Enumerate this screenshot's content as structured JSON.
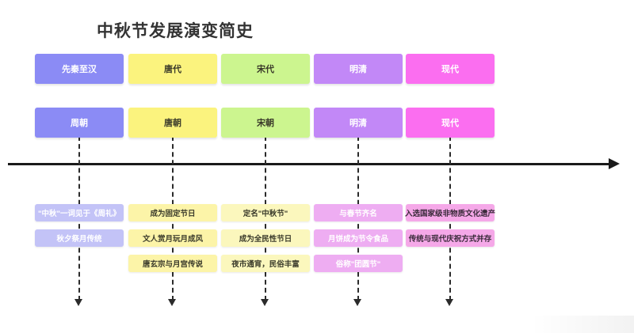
{
  "title": "中秋节发展演变简史",
  "axis": {
    "name": "timeline-axis",
    "direction": "left-to-right"
  },
  "colors": {
    "title_text": "#333333",
    "axis": "#1a1a1a",
    "col1_header": "#8b8bf5",
    "col1_item": "#c3c3f7",
    "col1_item_text": "#ffffff",
    "col2_header": "#fbf37e",
    "col2_item": "#fcf4a8",
    "col2_item_text": "#3a3a2a",
    "col3_header": "#ccf58f",
    "col3_item": "#fbf7bd",
    "col3_item_text": "#3a3a2a",
    "col4_header": "#c288f7",
    "col4_item": "#eeadf2",
    "col4_item_text": "#ffffff",
    "col5_header": "#fb6ef0",
    "col5_item": "#f5a8e8",
    "col5_item_text": "#3a2a3a"
  },
  "columns": [
    {
      "id": "col-xianqin-han",
      "era": "先秦至汉",
      "dynasty": "周朝",
      "items": [
        "\"中秋\"一词见于《周礼》",
        "秋夕祭月传统"
      ]
    },
    {
      "id": "col-tang",
      "era": "唐代",
      "dynasty": "唐朝",
      "items": [
        "成为固定节日",
        "文人赏月玩月成风",
        "唐玄宗与月宫传说"
      ]
    },
    {
      "id": "col-song",
      "era": "宋代",
      "dynasty": "宋朝",
      "items": [
        "定名\"中秋节\"",
        "成为全民性节日",
        "夜市通宵，民俗丰富"
      ]
    },
    {
      "id": "col-ming-qing",
      "era": "明清",
      "dynasty": "明清",
      "items": [
        "与春节齐名",
        "月饼成为节令食品",
        "俗称\"团圆节\""
      ]
    },
    {
      "id": "col-modern",
      "era": "现代",
      "dynasty": "现代",
      "items": [
        "入选国家级非物质文化遗产",
        "传统与现代庆祝方式并存"
      ]
    }
  ]
}
